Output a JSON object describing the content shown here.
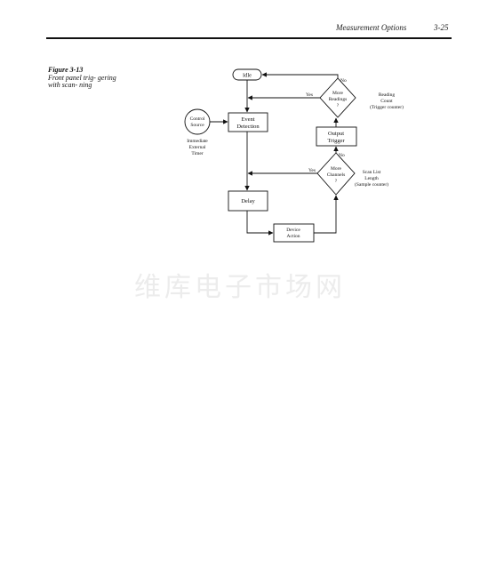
{
  "header": {
    "section_title": "Measurement Options",
    "page_number": "3-25"
  },
  "figure": {
    "number": "Figure 3-13",
    "caption": "Front panel trig- gering with scan- ning"
  },
  "diagram": {
    "idle": "Idle",
    "more_readings": [
      "More",
      "Readings",
      "?"
    ],
    "reading_count": [
      "Reading",
      "Count",
      "(Trigger counter)"
    ],
    "control_source": [
      "Control",
      "Source"
    ],
    "control_modes": [
      "Immediate",
      "External",
      "Timer"
    ],
    "event_detection": [
      "Event",
      "Detection"
    ],
    "output_trigger": [
      "Output",
      "Trigger"
    ],
    "more_channels": [
      "More",
      "Channels",
      "?"
    ],
    "scan_list_length": [
      "Scan List",
      "Length",
      "(Sample counter)"
    ],
    "delay": "Delay",
    "device_action": [
      "Device",
      "Action"
    ],
    "yes": "Yes",
    "no": "No"
  },
  "watermark": "维库电子市场网"
}
